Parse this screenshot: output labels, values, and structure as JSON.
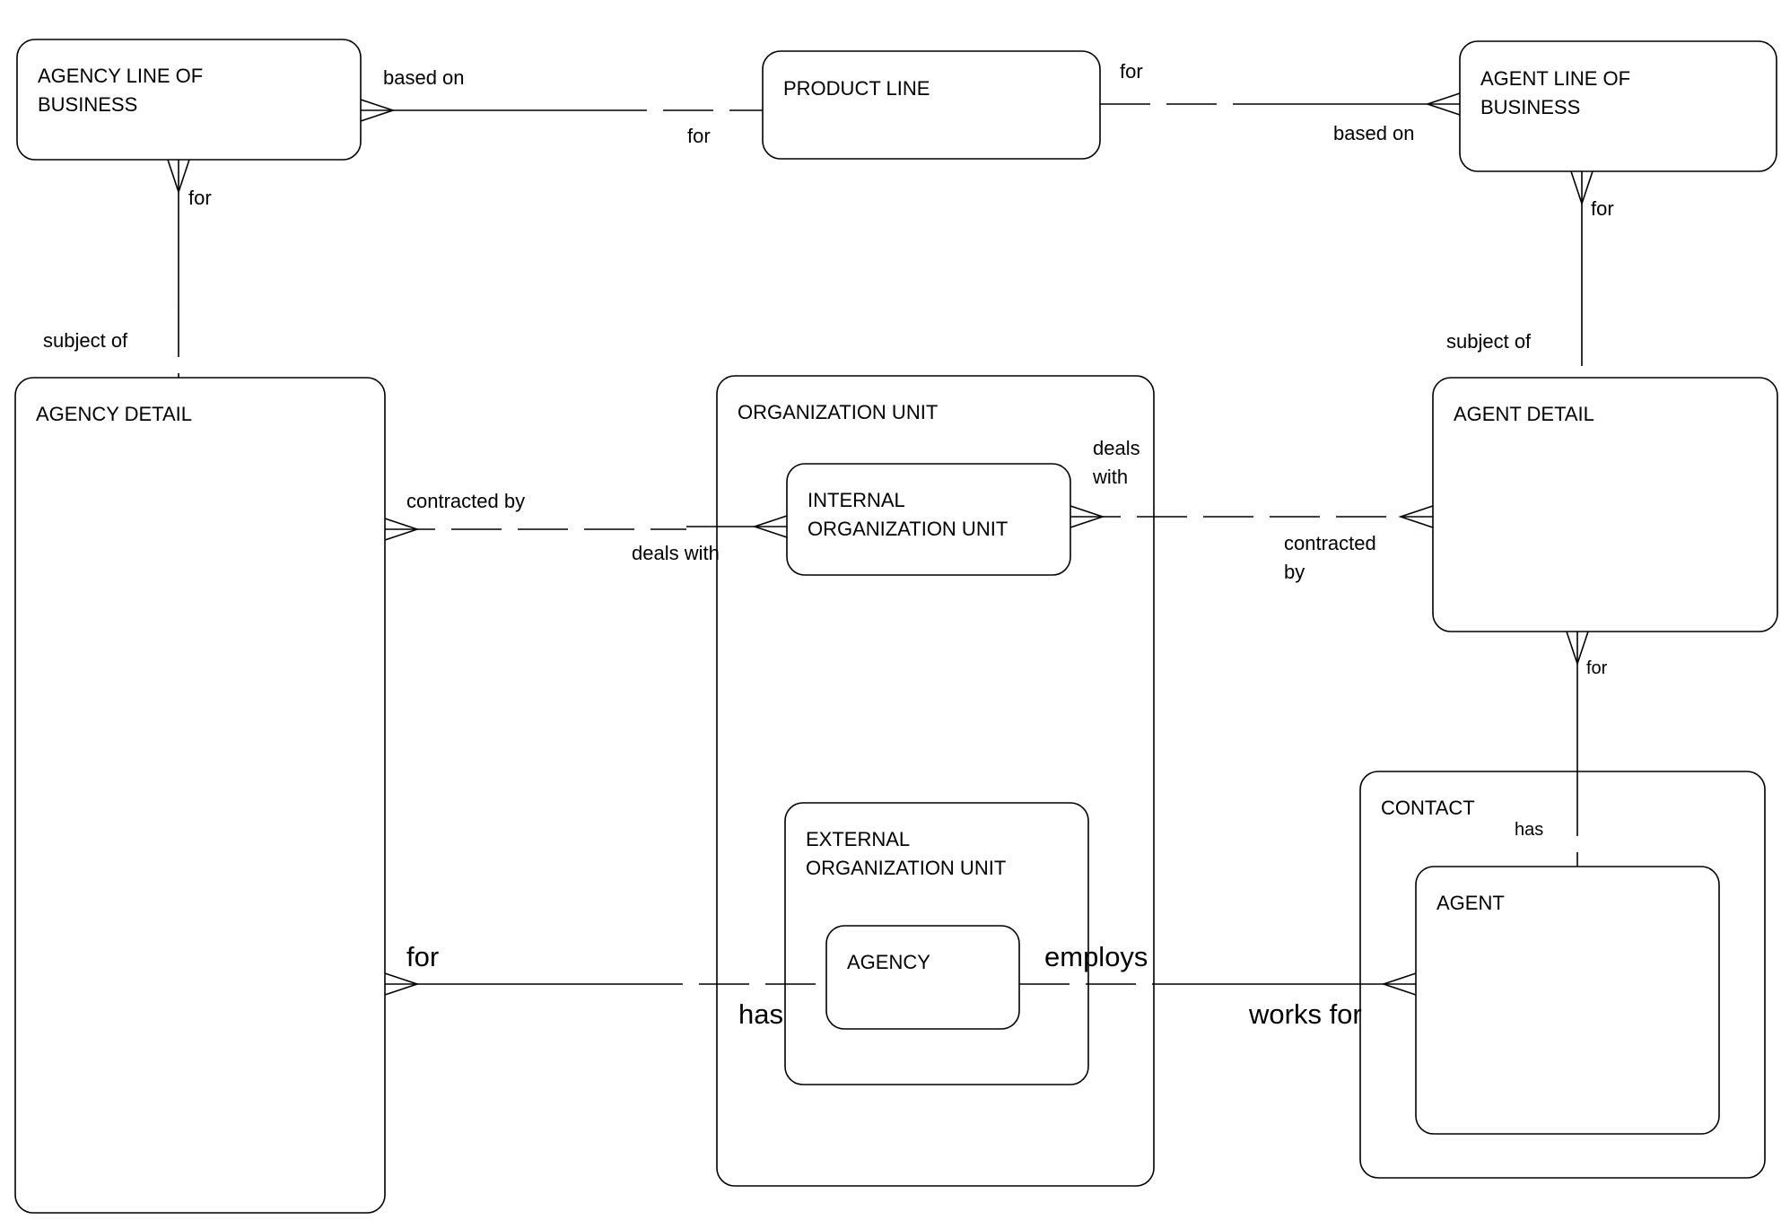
{
  "entities": {
    "agency_line_of_business": [
      "AGENCY LINE OF",
      "BUSINESS"
    ],
    "product_line": [
      "PRODUCT LINE"
    ],
    "agent_line_of_business": [
      "AGENT LINE OF",
      "BUSINESS"
    ],
    "agency_detail": [
      "AGENCY DETAIL"
    ],
    "organization_unit": [
      "ORGANIZATION  UNIT"
    ],
    "internal_organization_unit": [
      "INTERNAL",
      "ORGANIZATION UNIT"
    ],
    "external_organization_unit": [
      "EXTERNAL",
      "ORGANIZATION UNIT"
    ],
    "agency": [
      "AGENCY"
    ],
    "agent_detail": [
      "AGENT DETAIL"
    ],
    "contact": [
      "CONTACT"
    ],
    "agent": [
      "AGENT"
    ]
  },
  "relationships": {
    "agency_lob_product_line": {
      "from_label": "based on",
      "to_label": "for"
    },
    "product_line_agent_lob": {
      "from_label": "for",
      "to_label": "based on"
    },
    "agency_lob_agency_detail": {
      "from_label": "for",
      "to_label": "subject of"
    },
    "agent_lob_agent_detail": {
      "from_label": "for",
      "to_label": "subject of"
    },
    "agency_detail_internal_unit": {
      "from_label": "contracted by",
      "to_label": "deals with"
    },
    "internal_unit_agent_detail": {
      "from_label": [
        "deals",
        "with"
      ],
      "to_label": [
        "contracted",
        "by"
      ]
    },
    "agent_detail_agent": {
      "from_label": "for",
      "to_label": "has"
    },
    "agency_detail_agency": {
      "from_label": "for",
      "to_label": "has"
    },
    "agency_agent": {
      "from_label": "employs",
      "to_label": "works for"
    }
  }
}
